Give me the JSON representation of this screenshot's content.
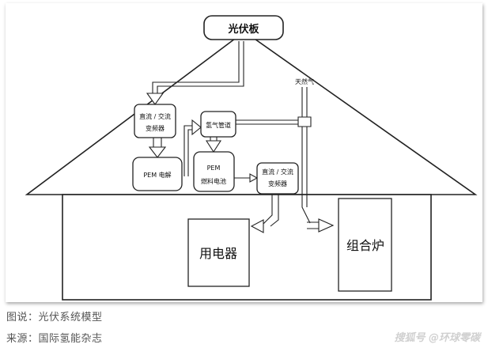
{
  "diagram": {
    "panel": "光伏板",
    "natural_gas": "天然气",
    "dcac_top": [
      "直流 / 交流",
      "变频器"
    ],
    "hydrogen_pipe": "氢气管道",
    "pem_electrolysis": "PEM 电解",
    "pem_fuel_cell": [
      "PEM",
      "燃料电池"
    ],
    "dcac_right": [
      "直流 / 交流",
      "变频器"
    ],
    "appliance": "用电器",
    "combi_boiler": "组合炉"
  },
  "captions": {
    "figure": "图说：光伏系统模型",
    "source": "来源：国际氢能杂志"
  },
  "watermark": "搜狐号 @环球零碳"
}
